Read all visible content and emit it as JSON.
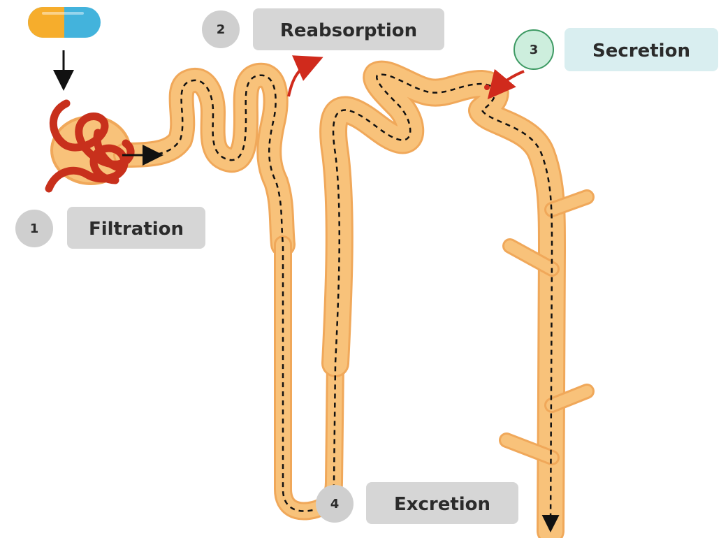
{
  "steps": [
    {
      "number": "1",
      "label": "Filtration"
    },
    {
      "number": "2",
      "label": "Reabsorption"
    },
    {
      "number": "3",
      "label": "Secretion"
    },
    {
      "number": "4",
      "label": "Excretion"
    }
  ],
  "colors": {
    "tubule_fill": "#f8c27a",
    "tubule_border": "#f0a85a",
    "capillary": "#c8301c",
    "arrow_red": "#d02a1c",
    "arrow_black": "#111111",
    "label_gray_bg": "#d6d6d6",
    "number_gray_bg": "#cfcfcf",
    "secretion_bg": "#d9eef0",
    "secretion_number_bg": "#cdeedd",
    "secretion_number_border": "#3d9a63",
    "pill_orange": "#f6ad2c",
    "pill_blue": "#43b3dc"
  },
  "icons": [
    "capsule-pill-icon",
    "arrow-down-icon",
    "arrow-right-icon",
    "red-arrow-up-icon",
    "red-arrow-in-icon"
  ]
}
